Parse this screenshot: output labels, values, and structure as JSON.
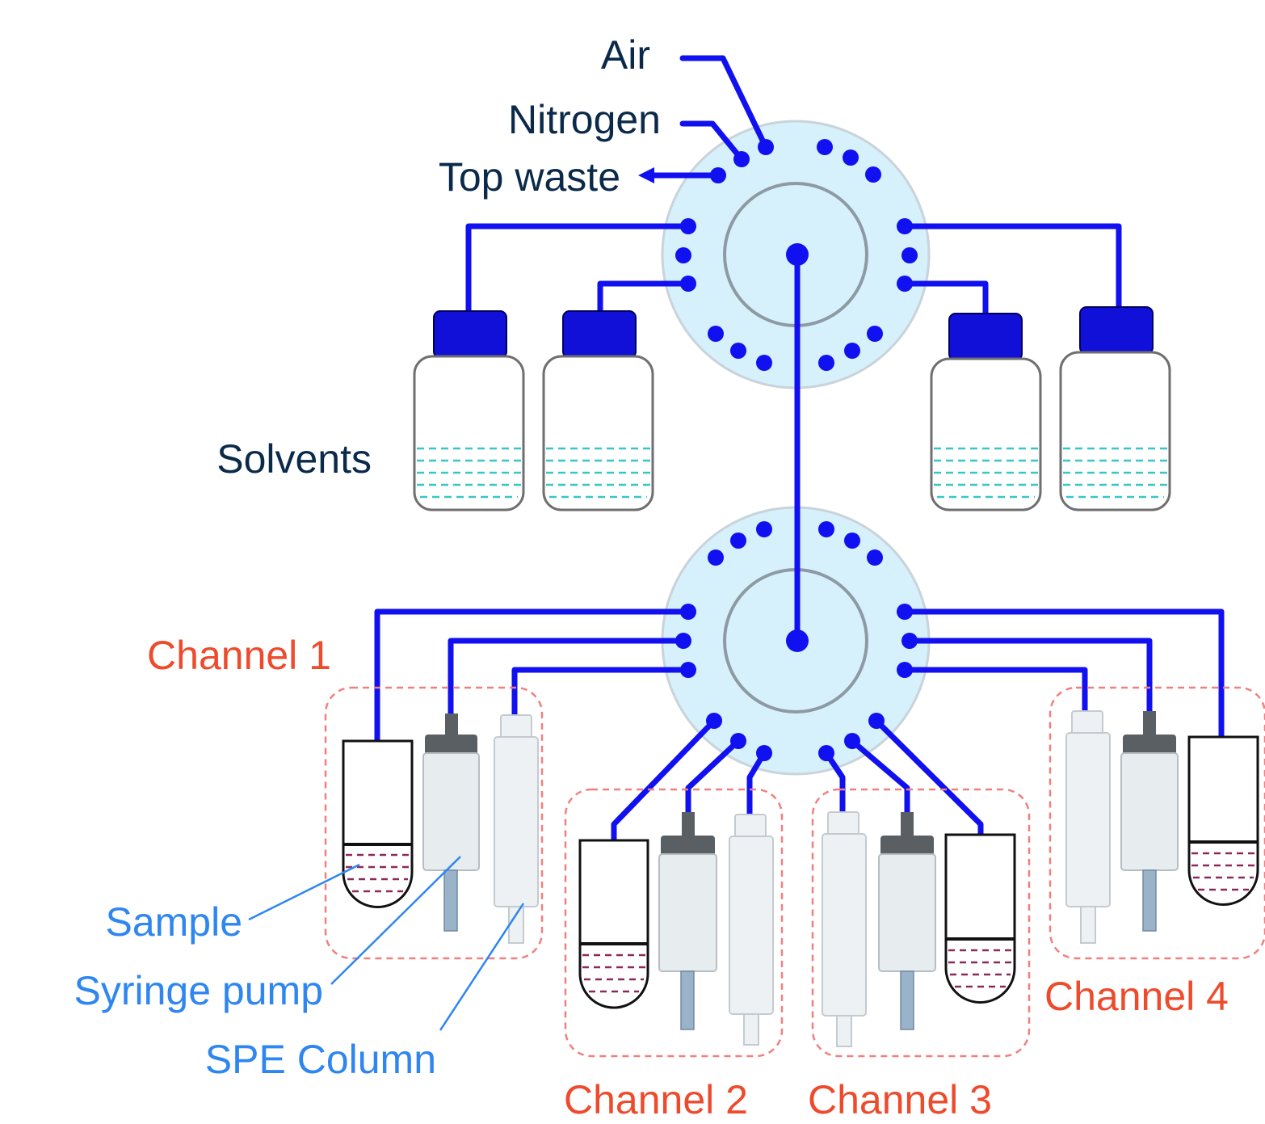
{
  "labels": {
    "air": "Air",
    "nitrogen": "Nitrogen",
    "top_waste": "Top waste",
    "solvents": "Solvents",
    "sample": "Sample",
    "syringe_pump": "Syringe pump",
    "spe_column": "SPE Column",
    "channel_1": "Channel 1",
    "channel_2": "Channel 2",
    "channel_3": "Channel 3",
    "channel_4": "Channel 4"
  },
  "colors": {
    "tubing": "#1010f0",
    "valve": "#d6f1fb",
    "label_dark": "#0b2a4a",
    "label_blue": "#2e86f0",
    "label_red": "#ee4a2c"
  }
}
